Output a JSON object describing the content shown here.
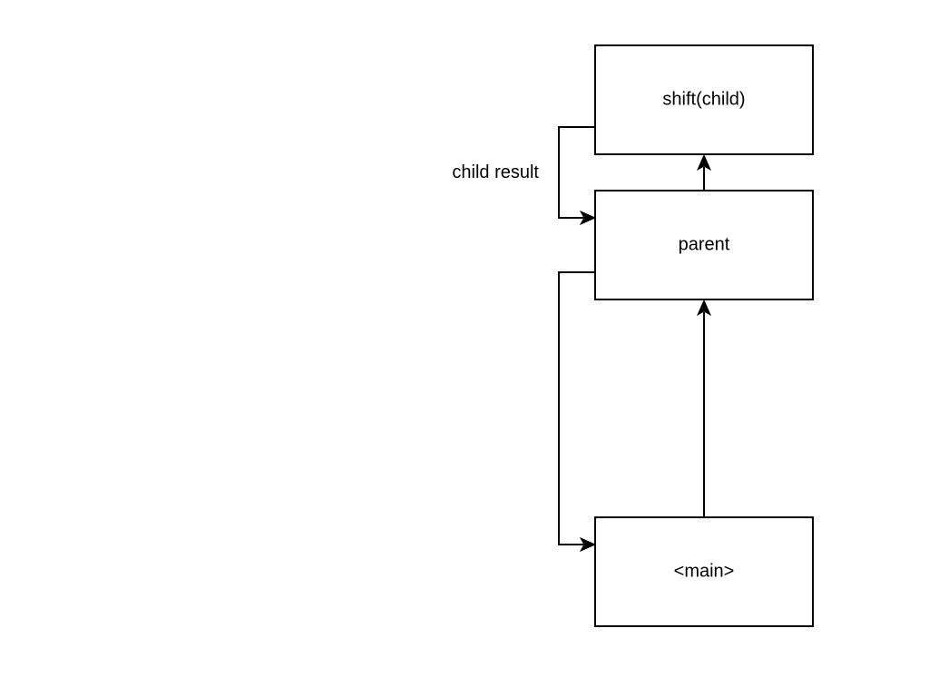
{
  "nodes": {
    "shift_child": "shift(child)",
    "parent": "parent",
    "main": "<main>"
  },
  "edges": {
    "child_result_label": "child result"
  },
  "colors": {
    "stroke": "#000000",
    "background": "#ffffff"
  }
}
